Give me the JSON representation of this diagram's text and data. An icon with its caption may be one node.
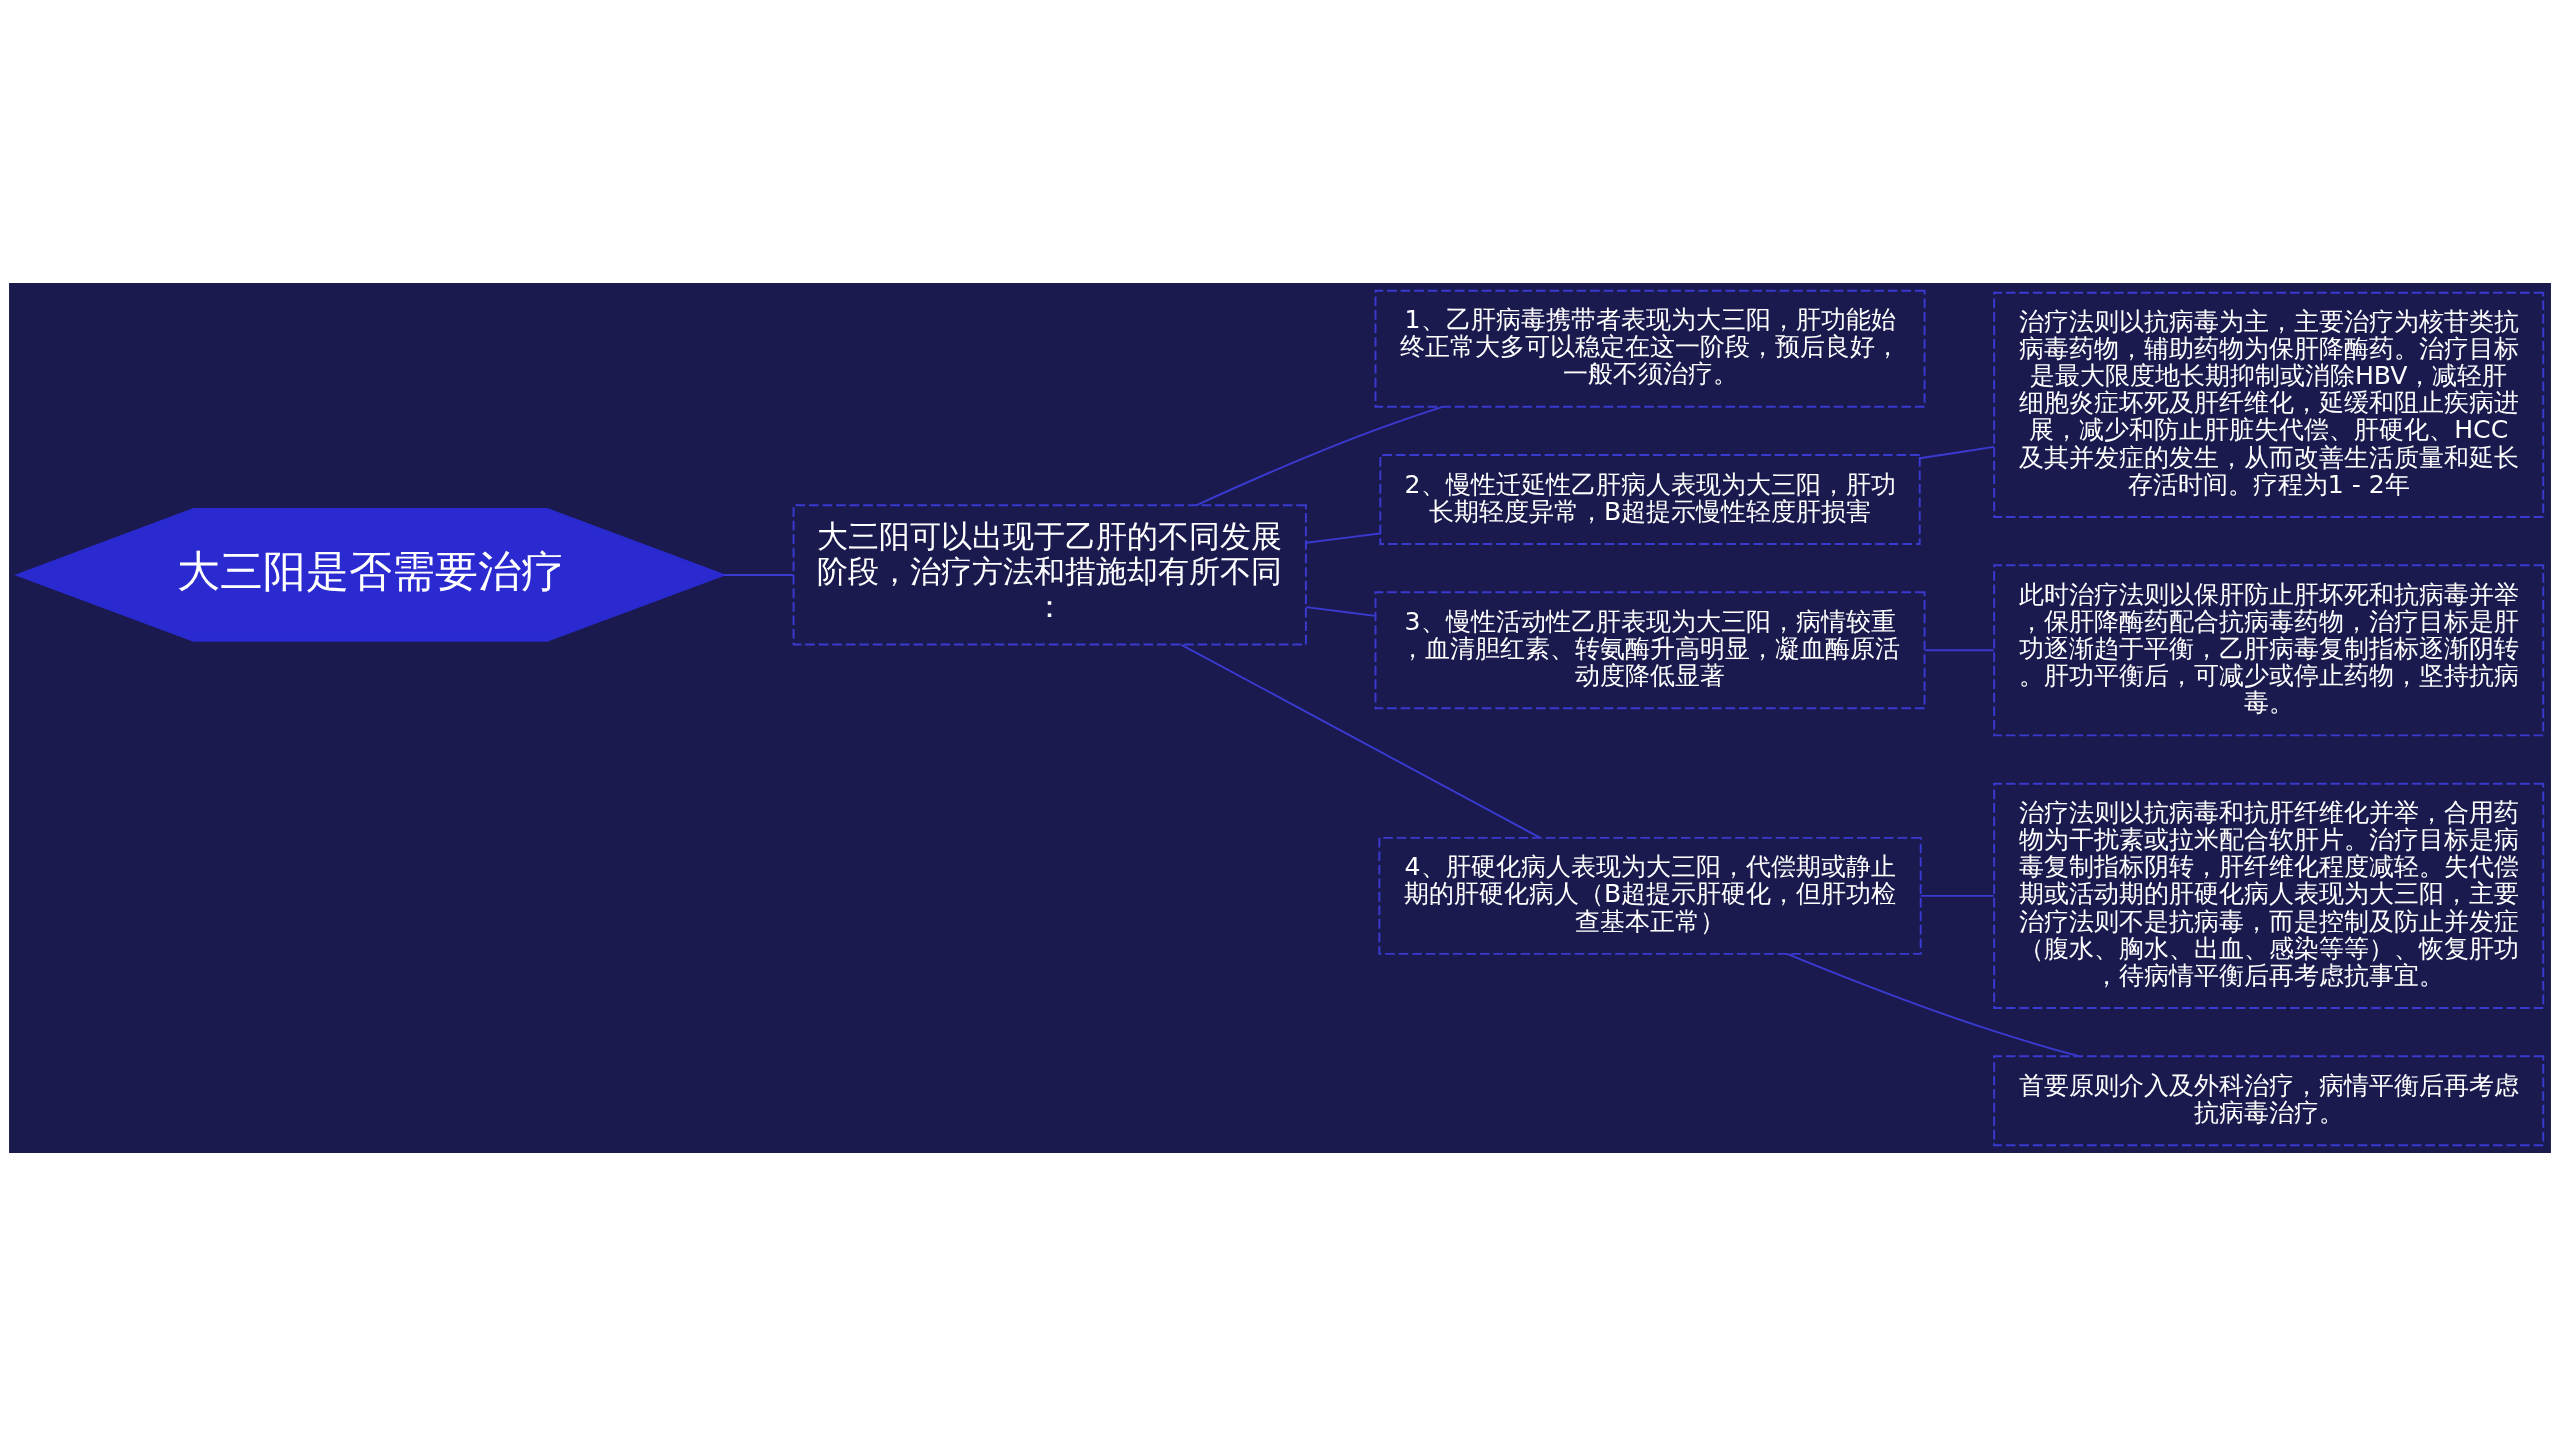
{
  "diagram": {
    "nodes": [
      {
        "text": [
          "大三阳是否需要治疗"
        ]
      },
      {
        "text": [
          "大三阳可以出现于乙肝的不同发展阶段，治疗方法和措施却有所不同："
        ]
      },
      {
        "text": [
          "1、乙肝病毒携带者表现为大三阳，肝功能始终正常大多可以稳定在这一阶段，预后良好，一般不须治疗。"
        ]
      },
      {
        "text": [
          "2、慢性迁延性乙肝病人表现为大三阳，肝功长期轻度异常，B超提示慢性轻度肝损害"
        ]
      },
      {
        "text": [
          "3、慢性活动性乙肝表现为大三阳，病情较重，血清胆红素、转氨酶升高明显，凝血酶原活动度降低显著"
        ]
      },
      {
        "text": [
          "4、肝硬化病人表现为大三阳，代偿期或静止期的肝硬化病人（B超提示肝硬化，但肝功检查基本正常）"
        ]
      },
      {
        "text": [
          "治疗法则以抗病毒为主，主要治疗为核苷类抗病毒药物，辅助药物为保肝降酶药。治疗目标是最大限度地长期抑制或消除HBV，减轻肝细胞炎症坏死及肝纤维化，延缓和阻止疾病进展，减少和防止肝脏失代偿、肝硬化、HCC及其并发症的发生，从而改善生活质量和延长存活时间。疗程为1 - 2年"
        ]
      },
      {
        "text": [
          "此时治疗法则以保肝防止肝坏死和抗病毒并举，保肝降酶药配合抗病毒药物，治疗目标是肝功逐渐趋于平衡，乙肝病毒复制指标逐渐阴转。肝功平衡后，可减少或停止药物，坚持抗病毒。"
        ]
      },
      {
        "text": [
          "治疗法则以抗病毒和抗肝纤维化并举，合用药物为干扰素或拉米配合软肝片。治疗目标是病毒复制指标阴转，肝纤维化程度减轻。失代偿期或活动期的肝硬化病人表现为大三阳，主要治疗法则不是抗病毒，而是控制及防止并发症（腹水、胸水、出血、感染等等）、恢复肝功，待病情平衡后再考虑抗事宜。"
        ]
      },
      {
        "text": [
          "首要原则介入及外科治疗，病情平衡后再考虑抗病毒治疗。"
        ]
      }
    ],
    "edges": [
      {
        "from": 0,
        "to": 1,
        "arrow": "none"
      },
      {
        "from": 1,
        "to": 2,
        "arrow": "none"
      },
      {
        "from": 1,
        "to": 3,
        "arrow": "none"
      },
      {
        "from": 1,
        "to": 4,
        "arrow": "none"
      },
      {
        "from": 1,
        "to": 5,
        "arrow": "none"
      },
      {
        "from": 3,
        "to": 6,
        "arrow": "none"
      },
      {
        "from": 4,
        "to": 7,
        "arrow": "none"
      },
      {
        "from": 5,
        "to": 8,
        "arrow": "none"
      },
      {
        "from": 5,
        "to": 9,
        "arrow": "none"
      }
    ]
  }
}
